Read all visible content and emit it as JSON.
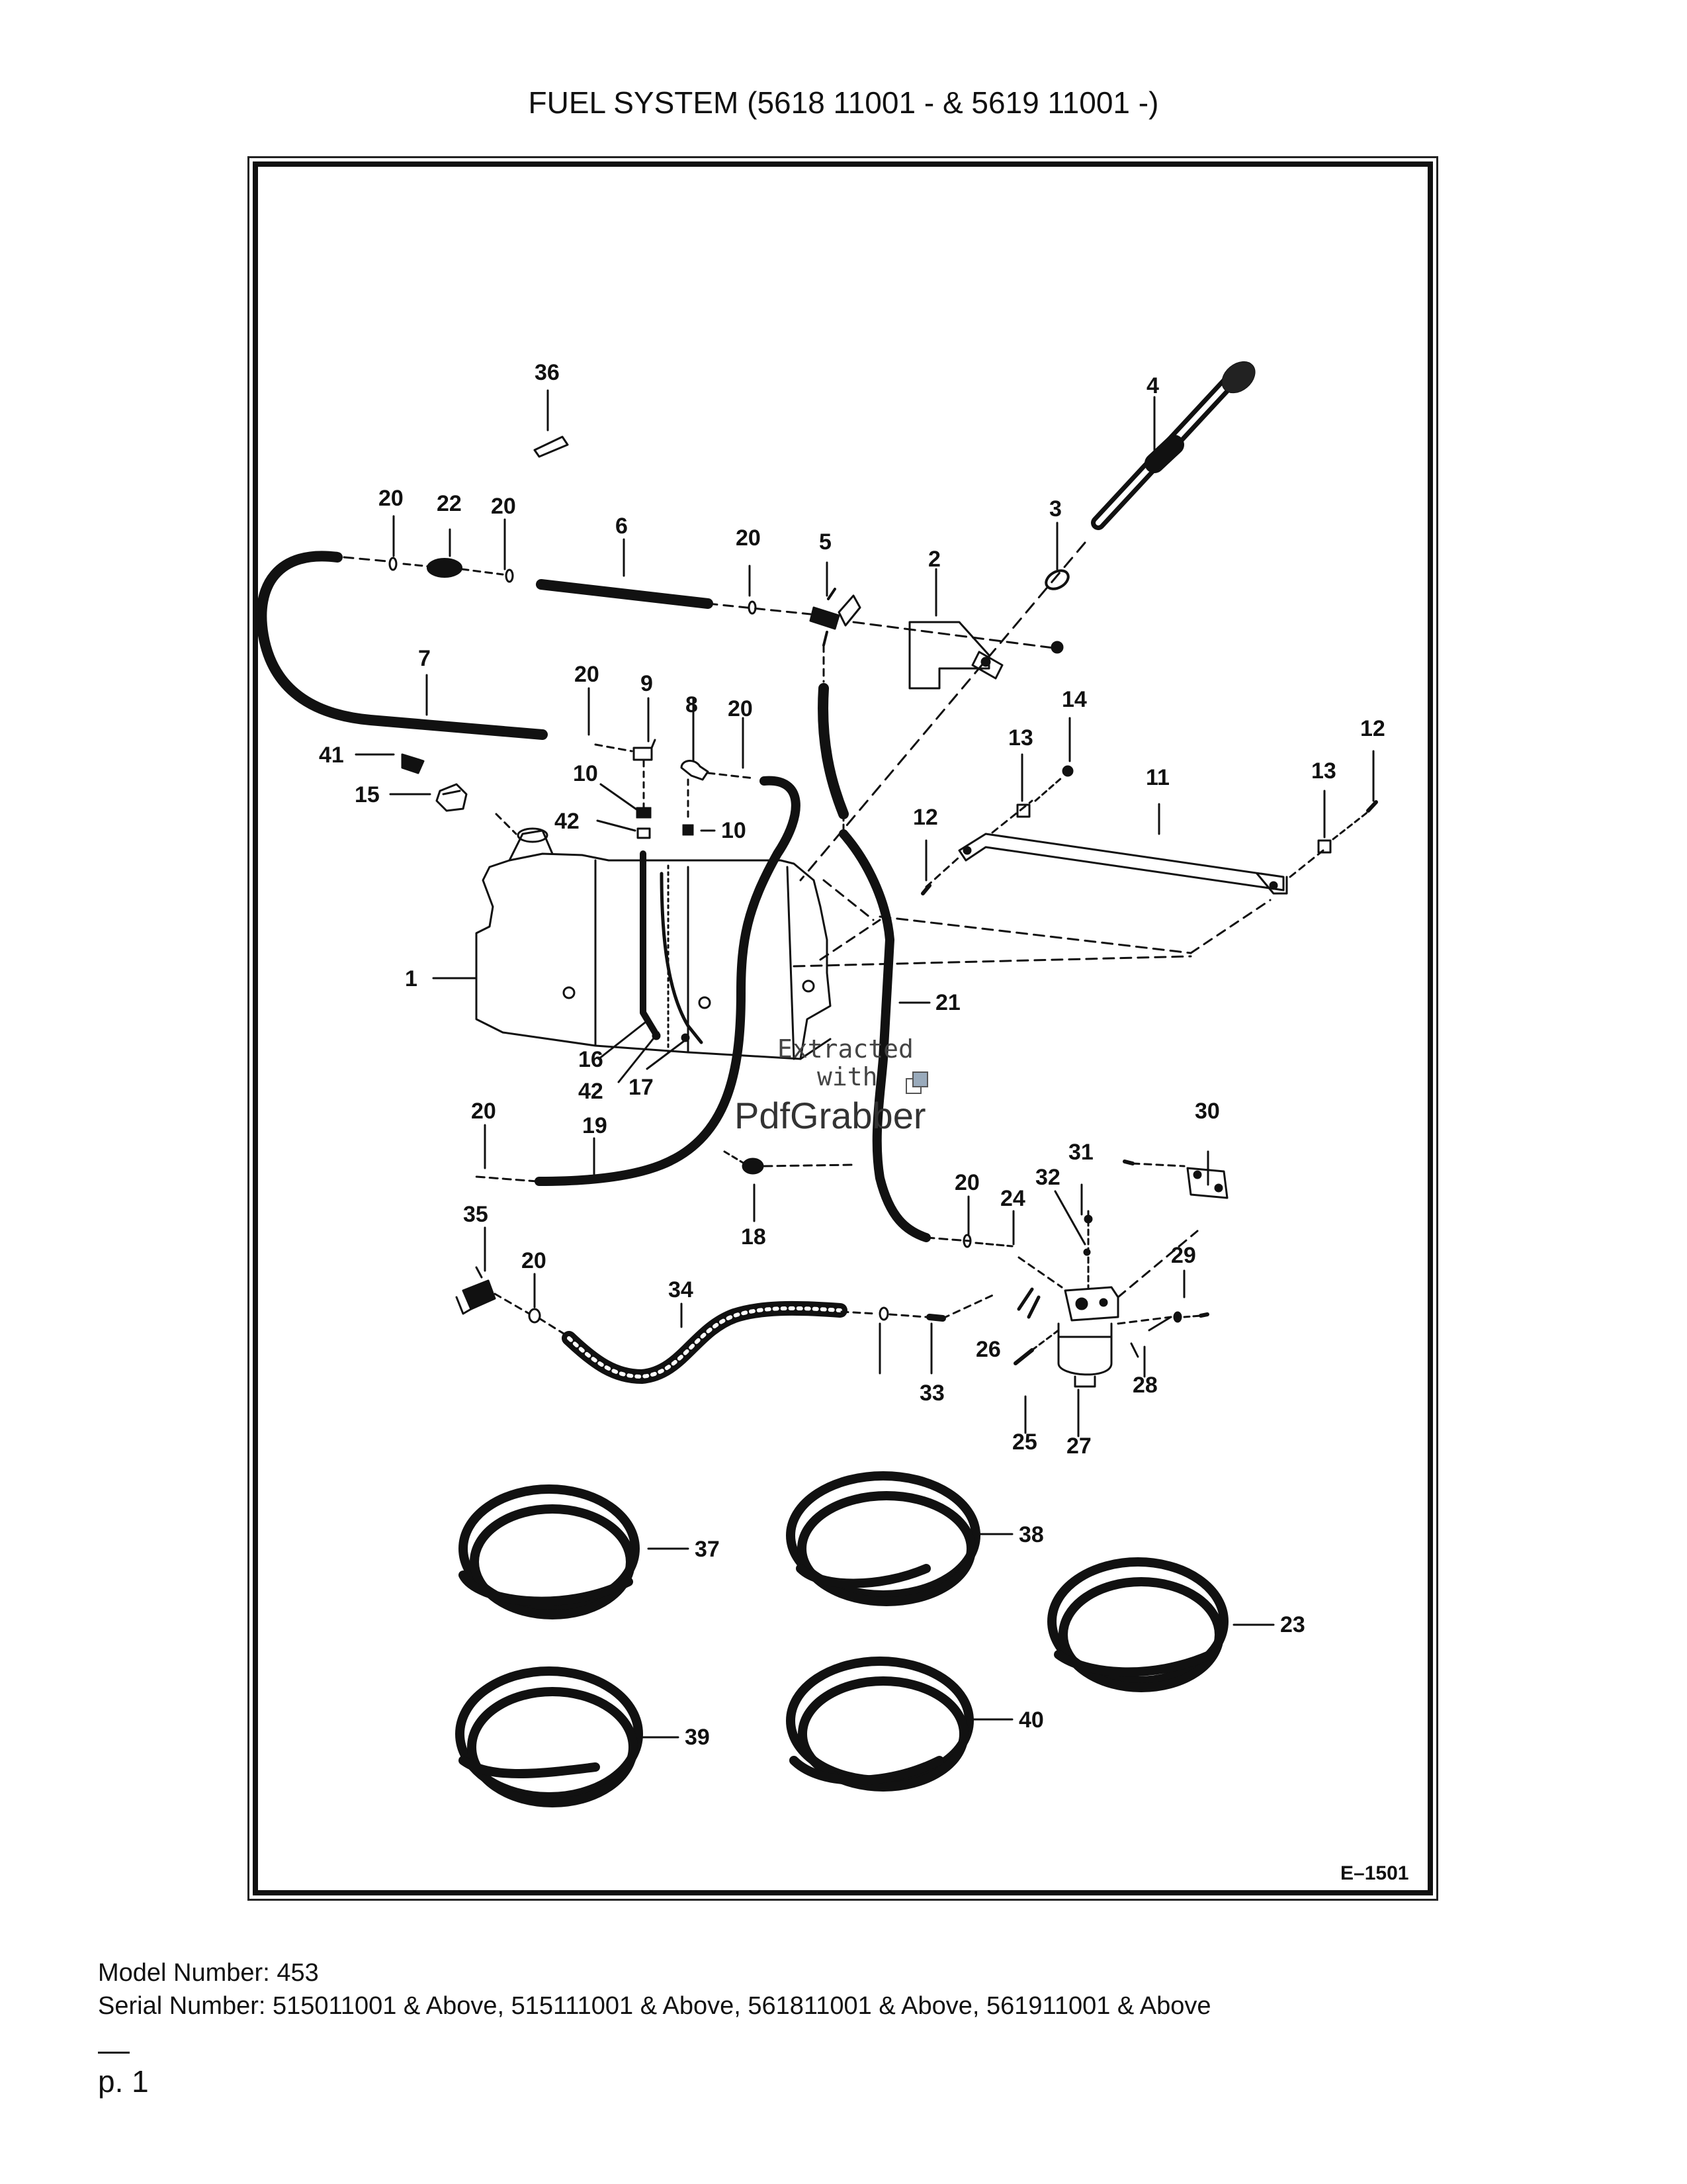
{
  "page": {
    "title": "FUEL SYSTEM (5618 11001 - & 5619 11001 -)",
    "figure_ref": "E–1501",
    "model_line": "Model Number: 453",
    "serial_line": "Serial Number: 515011001 & Above, 515111001 & Above, 561811001 & Above, 561911001 & Above",
    "page_number": "p. 1"
  },
  "watermark": {
    "line1": "Extracted",
    "line2": "with",
    "line3": "PdfGrabber"
  },
  "callouts": {
    "c1": "1",
    "c2": "2",
    "c3": "3",
    "c4": "4",
    "c5": "5",
    "c6": "6",
    "c7": "7",
    "c8": "8",
    "c9": "9",
    "c10a": "10",
    "c10b": "10",
    "c11": "11",
    "c12a": "12",
    "c12b": "12",
    "c13a": "13",
    "c13b": "13",
    "c14": "14",
    "c15": "15",
    "c16": "16",
    "c17": "17",
    "c18": "18",
    "c19": "19",
    "c20a": "20",
    "c20b": "20",
    "c20c": "20",
    "c20d": "20",
    "c20e": "20",
    "c20f": "20",
    "c20g": "20",
    "c20h": "20",
    "c21": "21",
    "c22": "22",
    "c23": "23",
    "c24": "24",
    "c25": "25",
    "c26": "26",
    "c27": "27",
    "c28": "28",
    "c29": "29",
    "c30": "30",
    "c31": "31",
    "c32": "32",
    "c33": "33",
    "c34": "34",
    "c35": "35",
    "c36": "36",
    "c37": "37",
    "c38": "38",
    "c39": "39",
    "c40": "40",
    "c41": "41",
    "c42a": "42",
    "c42b": "42"
  }
}
